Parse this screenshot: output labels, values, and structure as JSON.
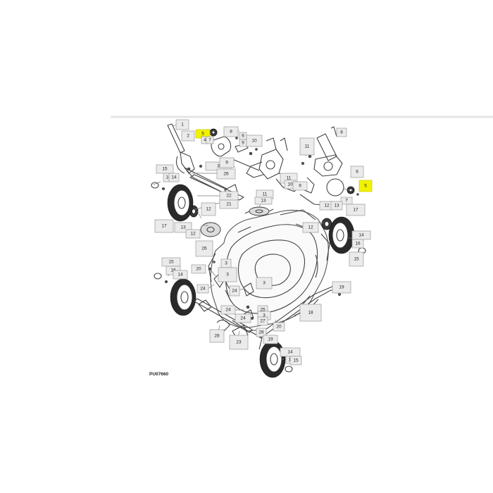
{
  "figure_id": "PU07660",
  "highlight_color": "#f2f200",
  "callouts": [
    {
      "label": "1"
    },
    {
      "label": "2"
    },
    {
      "label": "5"
    },
    {
      "label": "4"
    },
    {
      "label": "7"
    },
    {
      "label": "8"
    },
    {
      "label": "6"
    },
    {
      "label": "9"
    },
    {
      "label": "10"
    },
    {
      "label": "3"
    },
    {
      "label": "9"
    },
    {
      "label": "26"
    },
    {
      "label": "15"
    },
    {
      "label": "16"
    },
    {
      "label": "14"
    },
    {
      "label": "22"
    },
    {
      "label": "21"
    },
    {
      "label": "11"
    },
    {
      "label": "13"
    },
    {
      "label": "12"
    },
    {
      "label": "17"
    },
    {
      "label": "13"
    },
    {
      "label": "12"
    },
    {
      "label": "26"
    },
    {
      "label": "11"
    },
    {
      "label": "11"
    },
    {
      "label": "8"
    },
    {
      "label": "10"
    },
    {
      "label": "9"
    },
    {
      "label": "6"
    },
    {
      "label": "5"
    },
    {
      "label": "7"
    },
    {
      "label": "12"
    },
    {
      "label": "13"
    },
    {
      "label": "17"
    },
    {
      "label": "12"
    },
    {
      "label": "14"
    },
    {
      "label": "16"
    },
    {
      "label": "15"
    },
    {
      "label": "15"
    },
    {
      "label": "16"
    },
    {
      "label": "14"
    },
    {
      "label": "20"
    },
    {
      "label": "3"
    },
    {
      "label": "3"
    },
    {
      "label": "24"
    },
    {
      "label": "24"
    },
    {
      "label": "3"
    },
    {
      "label": "24"
    },
    {
      "label": "25"
    },
    {
      "label": "3"
    },
    {
      "label": "24"
    },
    {
      "label": "28"
    },
    {
      "label": "27"
    },
    {
      "label": "28"
    },
    {
      "label": "23"
    },
    {
      "label": "19"
    },
    {
      "label": "20"
    },
    {
      "label": "18"
    },
    {
      "label": "19"
    },
    {
      "label": "14"
    },
    {
      "label": "16"
    },
    {
      "label": "15"
    }
  ]
}
